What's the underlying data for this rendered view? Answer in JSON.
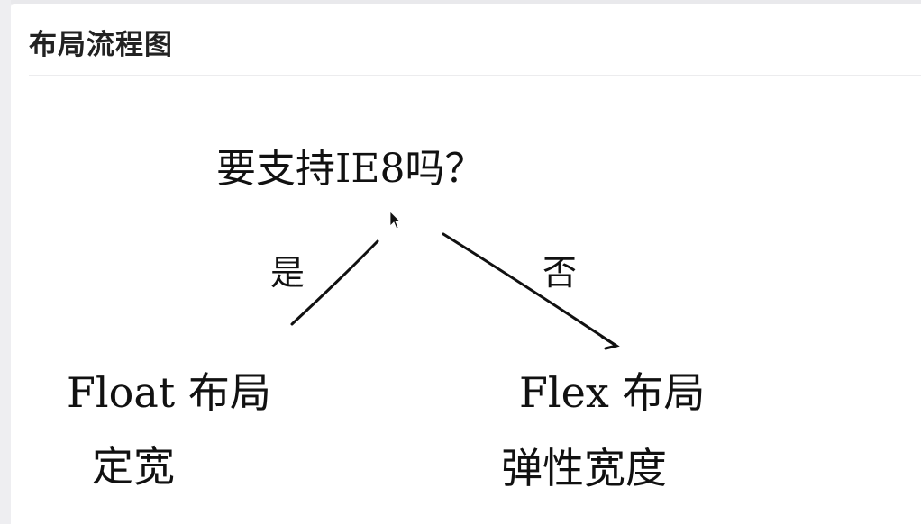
{
  "header": {
    "title": "布局流程图"
  },
  "diagram": {
    "question": "要支持IE8吗？",
    "yes_label": "是",
    "no_label": "否",
    "left_result": {
      "line1": "Float 布局",
      "line2": "定宽"
    },
    "right_result": {
      "line1": "Flex 布局",
      "line2": "弹性宽度"
    }
  }
}
